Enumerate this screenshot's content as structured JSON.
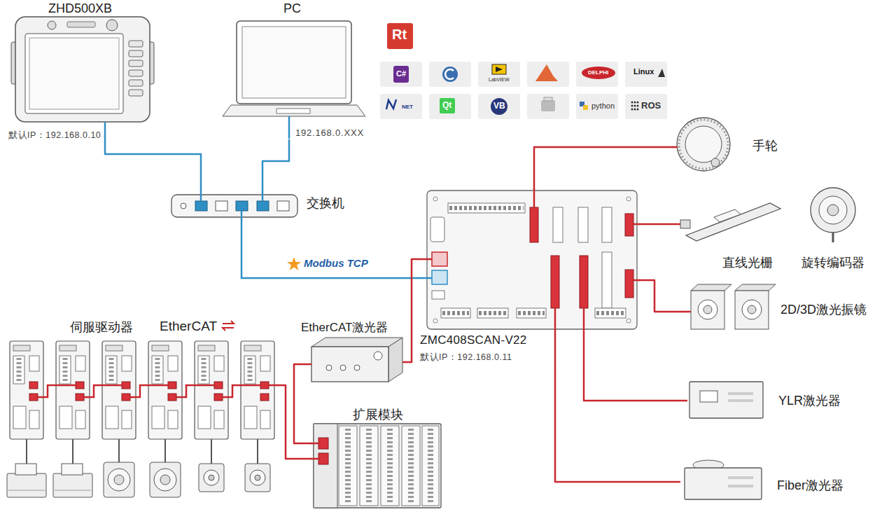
{
  "diagram": {
    "nodes": [
      {
        "text": [
          "ZHD500XB",
          "默认IP：192.168.0.10"
        ]
      },
      {
        "text": [
          "PC",
          "192.168.0.XXX"
        ]
      },
      {
        "text": [
          "交换机"
        ]
      },
      {
        "text": [
          "手轮"
        ]
      },
      {
        "text": [
          "直线光栅"
        ]
      },
      {
        "text": [
          "旋转编码器"
        ]
      },
      {
        "text": [
          "ZMC408SCAN-V22",
          "默认IP：192.168.0.11"
        ]
      },
      {
        "text": [
          "2D/3D激光振镜"
        ]
      },
      {
        "text": [
          "伺服驱动器"
        ]
      },
      {
        "text": [
          "EtherCAT激光器"
        ]
      },
      {
        "text": [
          "扩展模块"
        ]
      },
      {
        "text": [
          "YLR激光器"
        ]
      },
      {
        "text": [
          "Fiber激光器"
        ]
      }
    ],
    "edges": [
      {
        "from": 0,
        "to": 2,
        "arrow": "none"
      },
      {
        "from": 1,
        "to": 2,
        "arrow": "none"
      },
      {
        "from": 2,
        "to": 6,
        "label": "Modbus TCP",
        "arrow": "none"
      },
      {
        "from": 6,
        "to": 3,
        "arrow": "none"
      },
      {
        "from": 6,
        "to": 4,
        "arrow": "none"
      },
      {
        "from": 6,
        "to": 7,
        "arrow": "none"
      },
      {
        "from": 6,
        "to": 11,
        "arrow": "none"
      },
      {
        "from": 6,
        "to": 12,
        "arrow": "none"
      },
      {
        "from": 6,
        "to": 9,
        "arrow": "none"
      },
      {
        "from": 9,
        "to": 10,
        "arrow": "none"
      },
      {
        "from": 10,
        "to": 8,
        "arrow": "none"
      }
    ],
    "labels": [
      "Rt",
      "C#",
      "LabVIEW",
      "DELPHI",
      "Linux",
      "NET",
      "Qt",
      "VB",
      "python",
      "ROS",
      "EtherCAT"
    ]
  }
}
